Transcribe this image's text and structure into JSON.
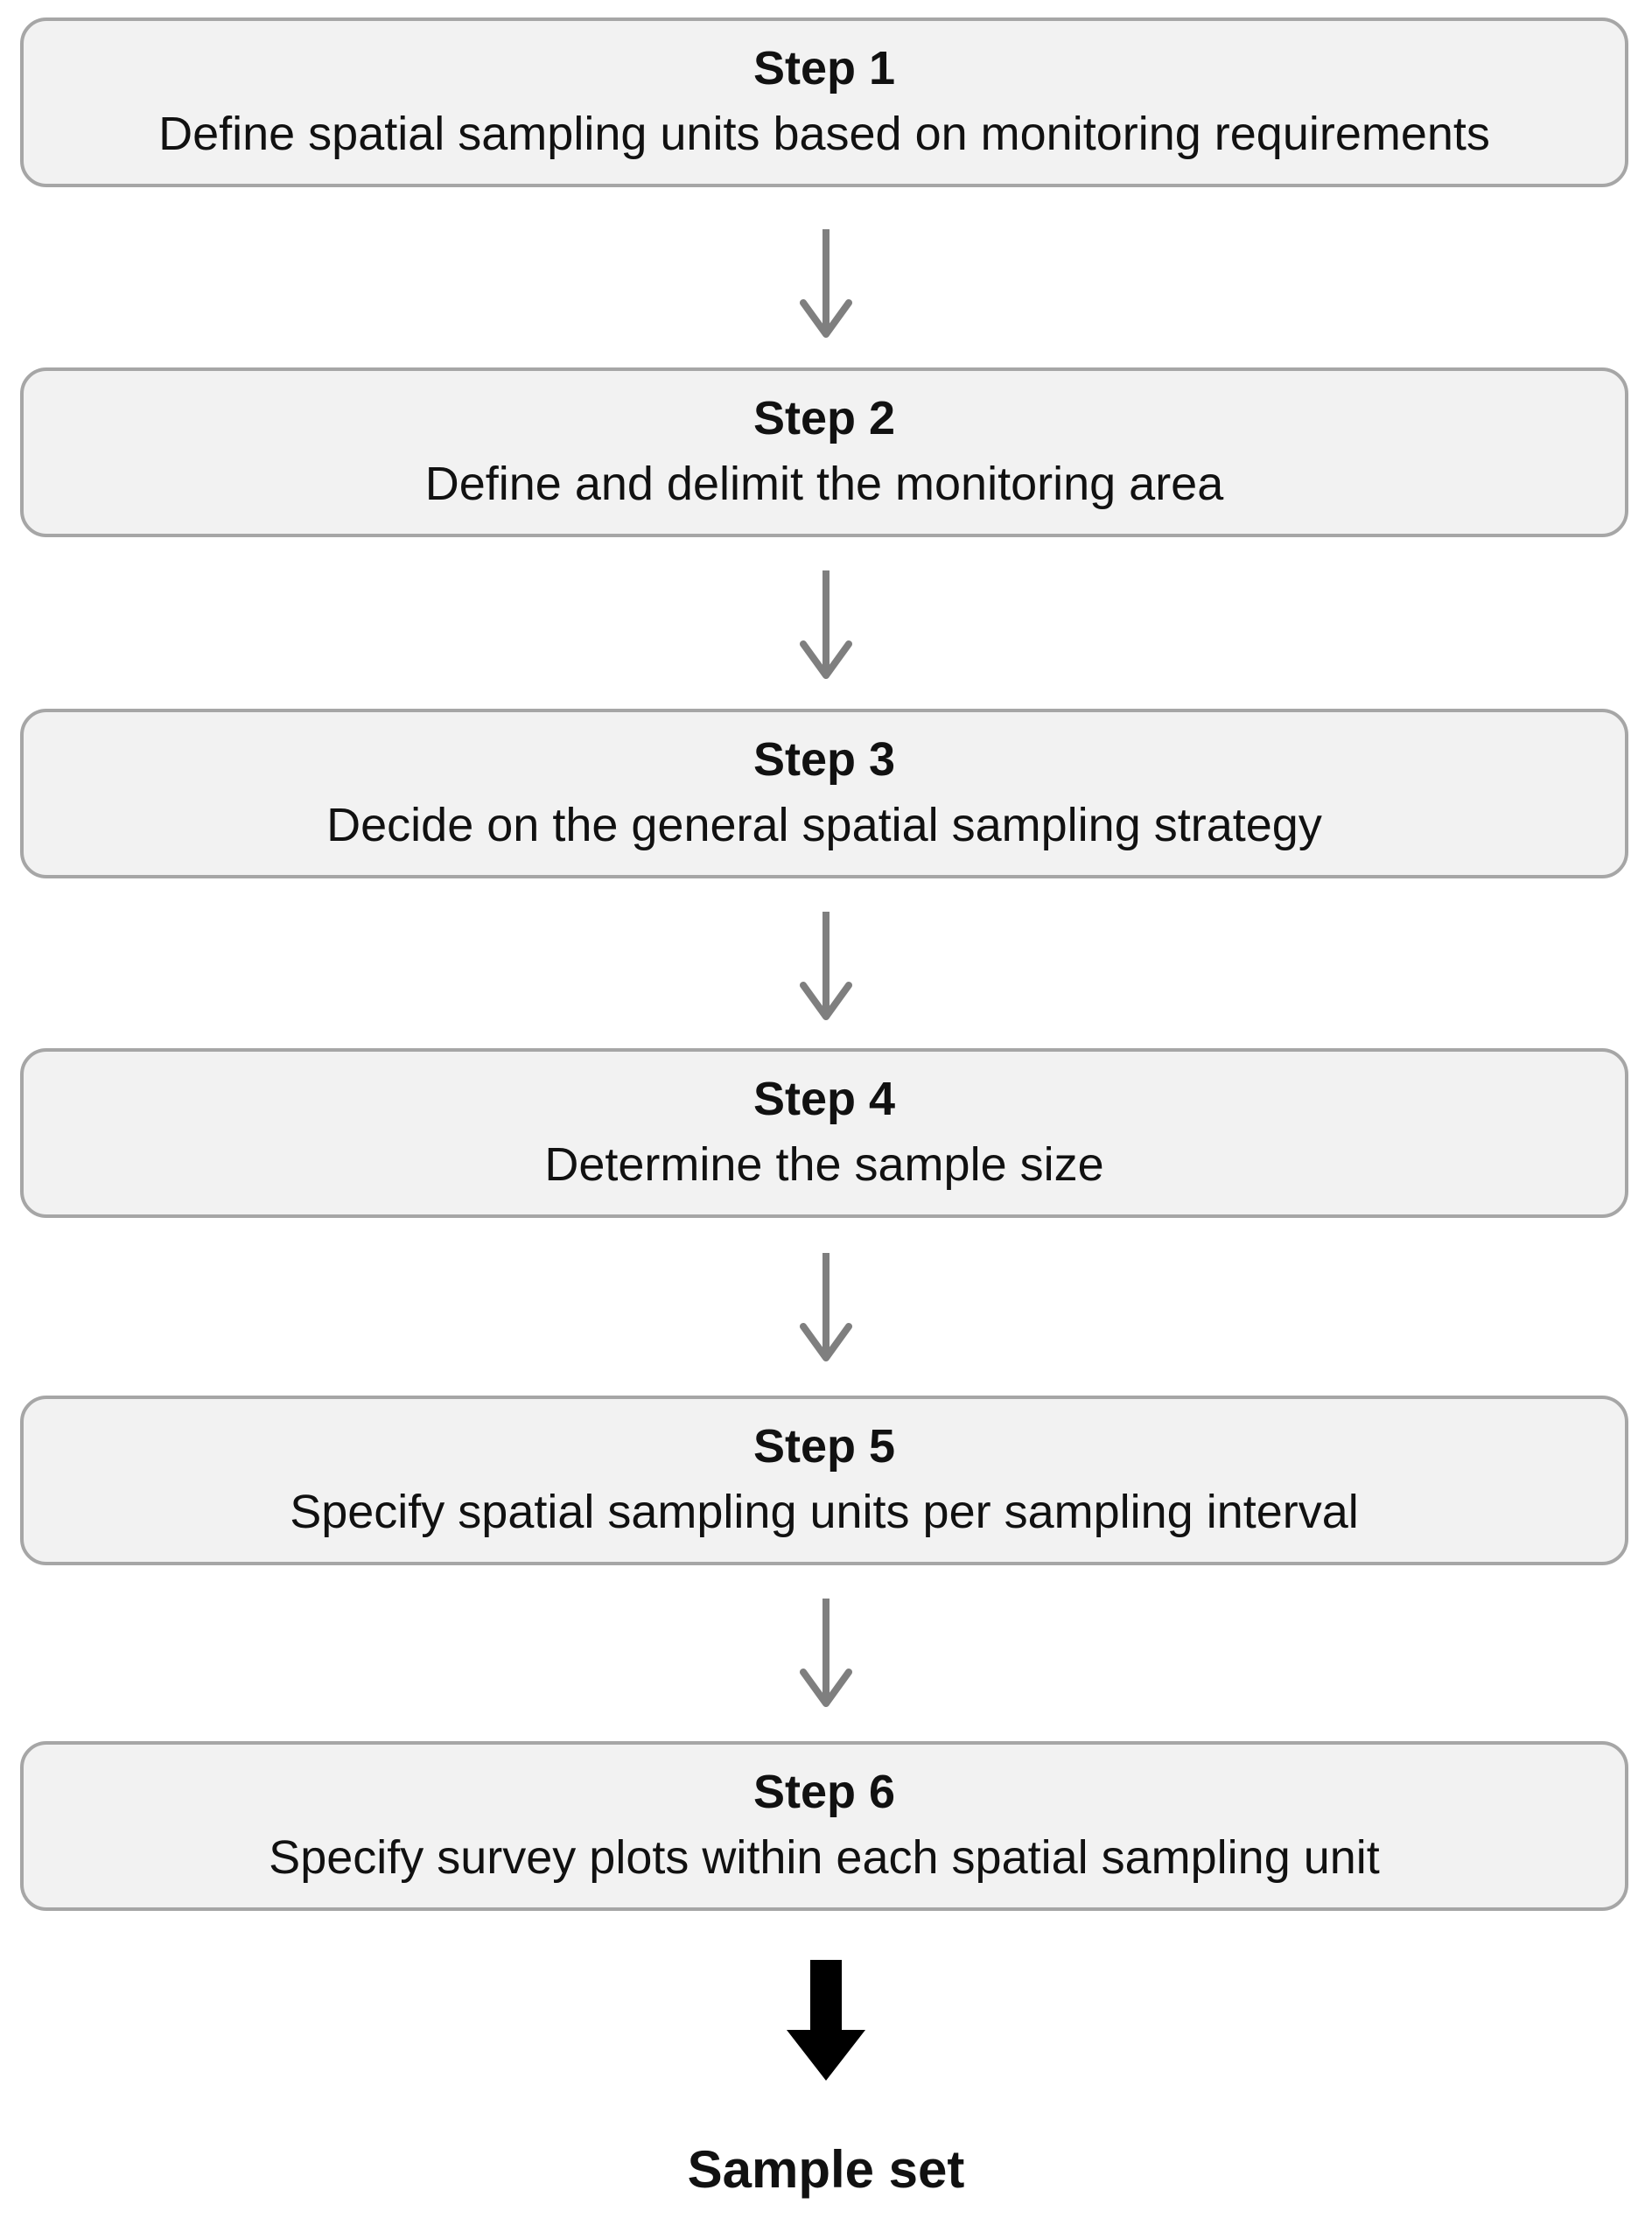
{
  "steps": [
    {
      "title": "Step 1",
      "description": "Define spatial sampling units based on monitoring requirements"
    },
    {
      "title": "Step 2",
      "description": "Define and delimit the monitoring area"
    },
    {
      "title": "Step 3",
      "description": "Decide on the general spatial sampling strategy"
    },
    {
      "title": "Step 4",
      "description": "Determine the sample size"
    },
    {
      "title": "Step 5",
      "description": "Specify spatial sampling units per sampling interval"
    },
    {
      "title": "Step 6",
      "description": "Specify survey plots within each spatial sampling unit"
    }
  ],
  "result": {
    "label": "Sample set"
  },
  "colors": {
    "box_fill": "#f2f2f2",
    "box_border": "#a6a6a6",
    "connector_arrow": "#7f7f7f",
    "final_arrow": "#000000",
    "text": "#111111"
  }
}
